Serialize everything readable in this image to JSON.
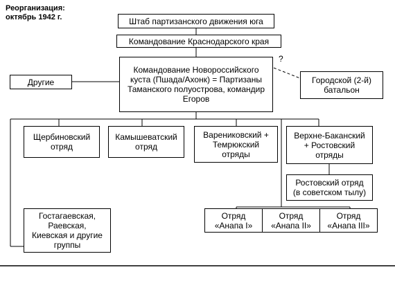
{
  "heading": "Реорганизация: октябрь 1942 г.",
  "nodes": {
    "hq": "Штаб партизанского движения юга",
    "krasnodar": "Командование Краснодарского края",
    "novoross": "Командование Новороссийского куста (Пшада/Ахонк) = Партизаны Таманского полуострова, командир Егоров",
    "others": "Другие",
    "city_battalion": "Городской (2-й) батальон",
    "question_mark": "?",
    "shcherbinovsky": "Щербиновский отряд",
    "kamyshevatsky": "Камышеватский отряд",
    "varenikovsky": "Варениковский + Темрюкский отряды",
    "verkhne": "Верхне-Баканский + Ростовский отряды",
    "rostov_rear": "Ростовский отряд (в советском тылу)",
    "gostagaevskaya": "Гостагаевская, Раевская, Киевская и другие группы",
    "anapa": [
      "Отряд «Анапа I»",
      "Отряд «Анапа II»",
      "Отряд «Анапа III»"
    ]
  }
}
